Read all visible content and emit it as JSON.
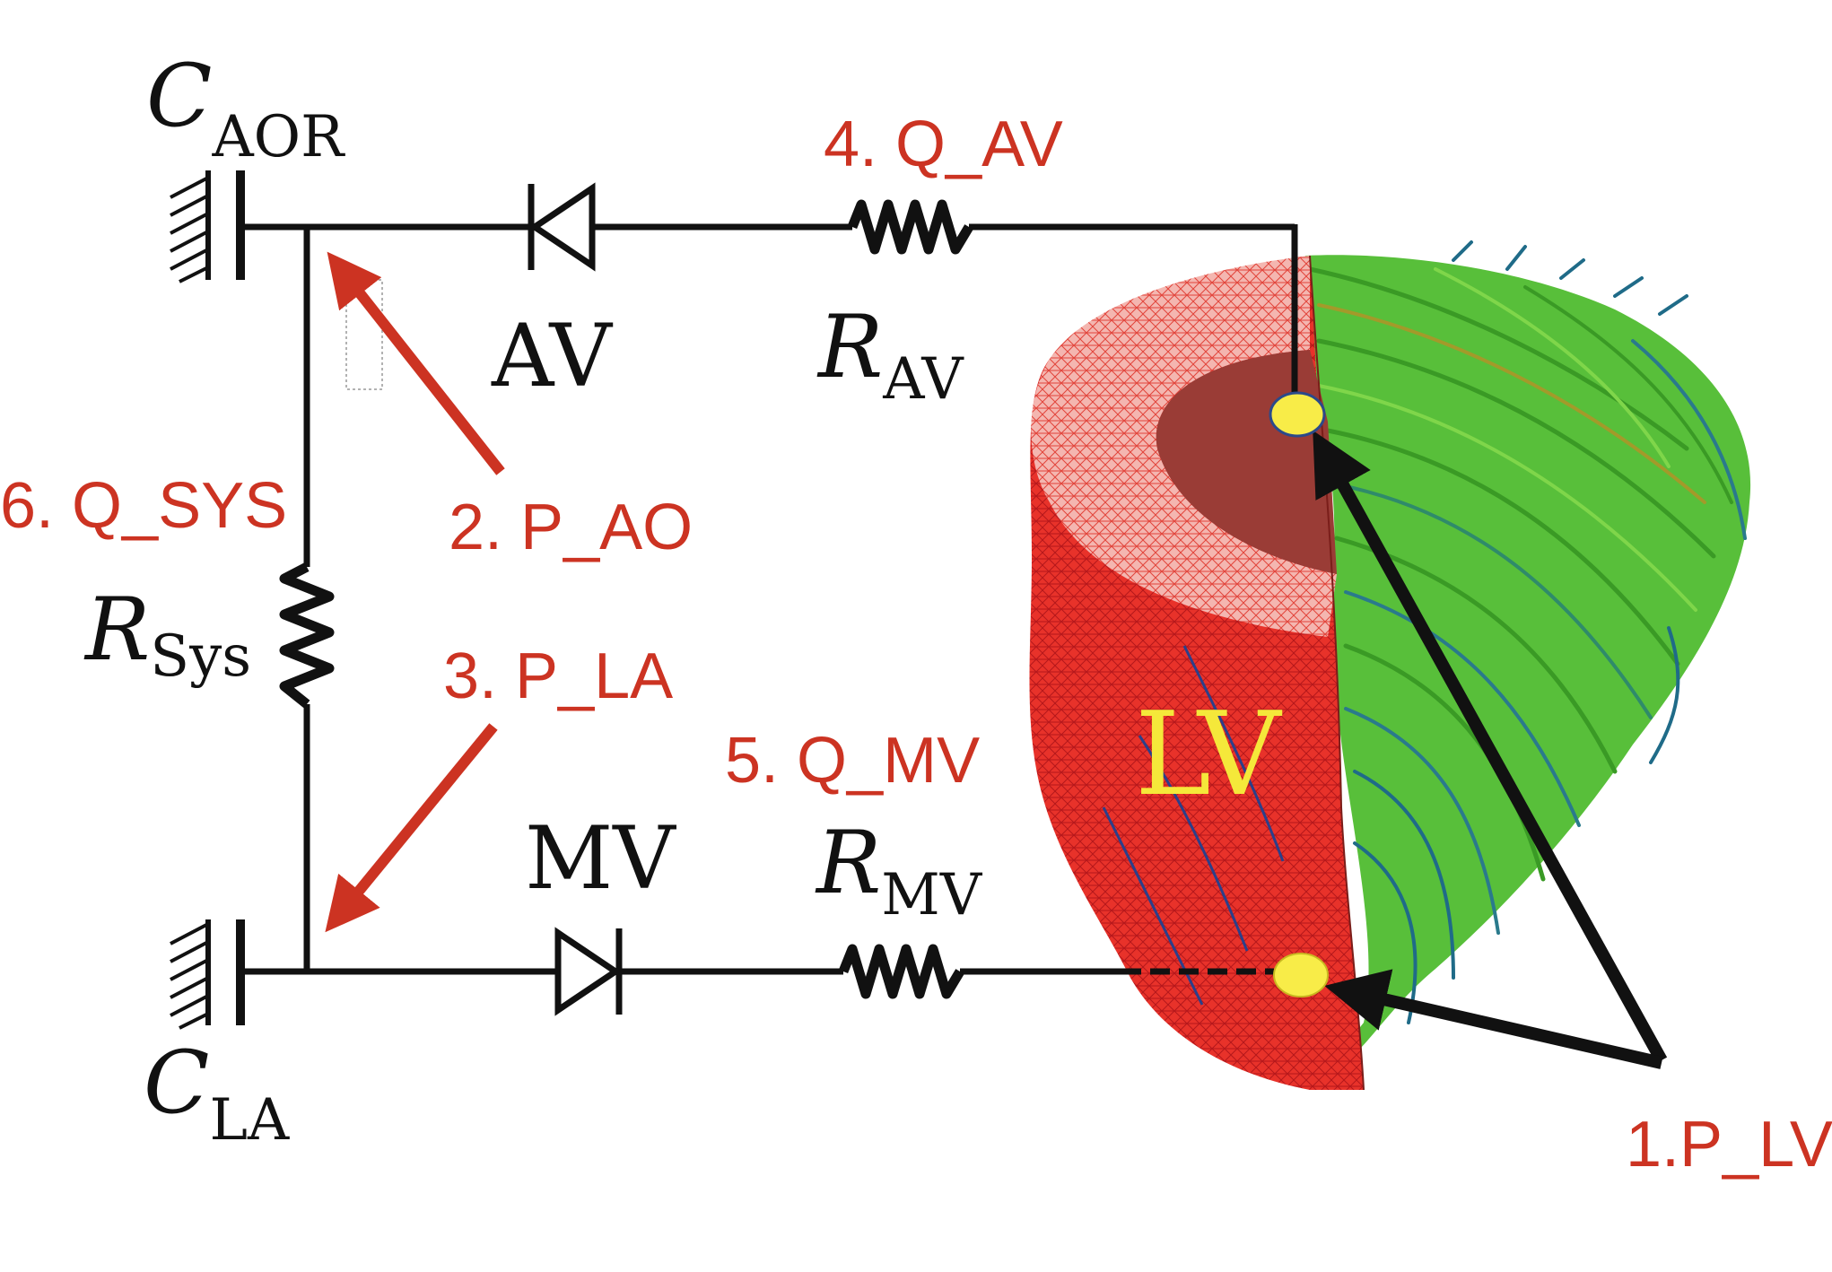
{
  "components": {
    "c_aor": {
      "symbol": "C",
      "subscript": "AOR"
    },
    "c_la": {
      "symbol": "C",
      "subscript": "LA"
    },
    "r_sys": {
      "symbol": "R",
      "subscript": "Sys"
    },
    "r_av": {
      "symbol": "R",
      "subscript": "AV"
    },
    "r_mv": {
      "symbol": "R",
      "subscript": "MV"
    },
    "av": {
      "label": "AV"
    },
    "mv": {
      "label": "MV"
    }
  },
  "heart": {
    "label": "LV"
  },
  "measurements": {
    "p_lv": "1.P_LV",
    "p_ao": "2. P_AO",
    "p_la": "3. P_LA",
    "q_av": "4. Q_AV",
    "q_mv": "5. Q_MV",
    "q_sys": "6. Q_SYS"
  },
  "colors": {
    "wire": "#111111",
    "annotation": "#cc3322",
    "heart_wall": "#e52b22",
    "fiber": "#5cc23a",
    "fiber_dark": "#2a7a8c",
    "node": "#f8ec48",
    "lv_label": "#f5e83a"
  }
}
